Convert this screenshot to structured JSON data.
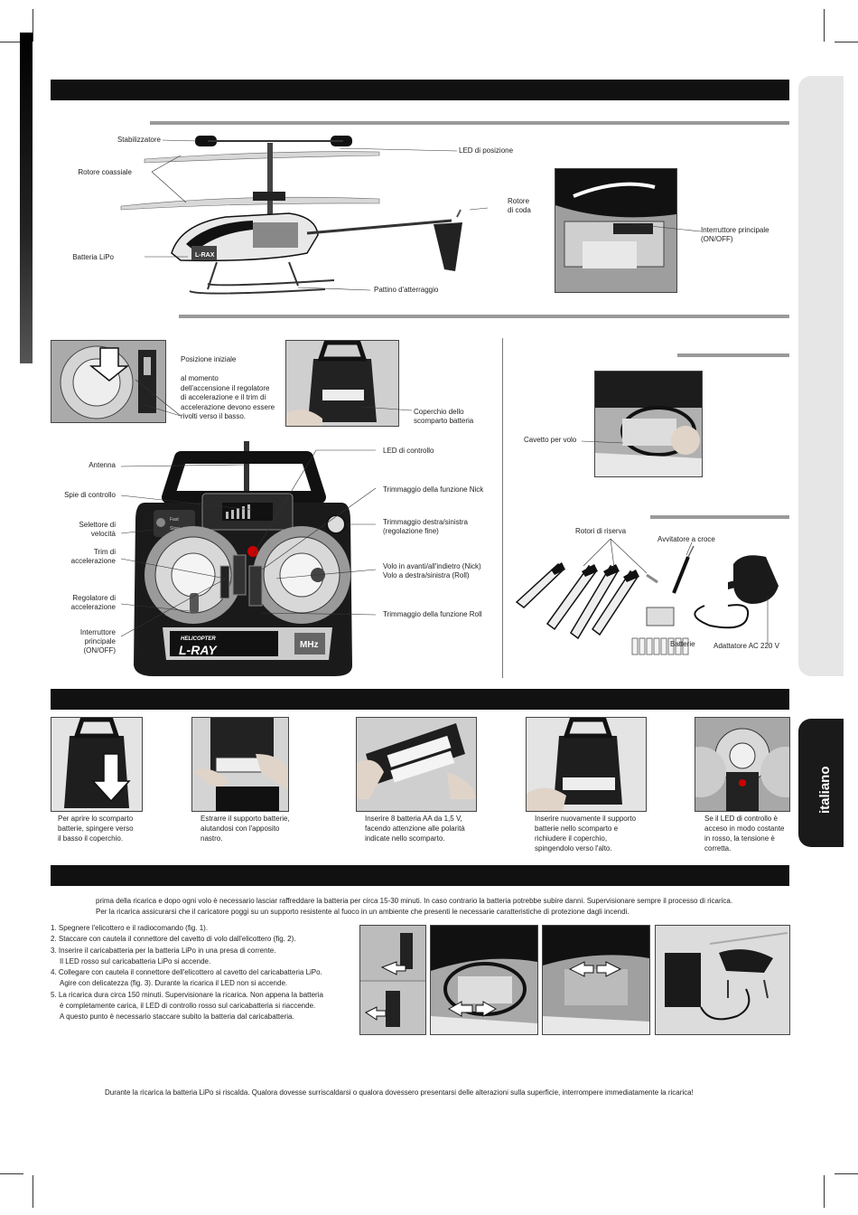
{
  "helicopter_parts": {
    "stabilizer": "Stabilizzatore",
    "coaxial_rotor": "Rotore coassiale",
    "lipo_battery": "Batteria LiPo",
    "position_led": "LED di posizione",
    "tail_rotor": "Rotore\ndi coda",
    "landing_skid": "Pattino d'atterraggio",
    "main_switch": "Interruttore principale\n(ON/OFF)"
  },
  "throttle_note": "Posizione iniziale\n\nal momento\ndell'accensione il regolatore\ndi accelerazione e il trim di\naccelerazione devono essere\nrivolti verso il basso.",
  "battery_cover": "Coperchio dello\nscomparto batteria",
  "flight_cable": "Cavetto per volo",
  "remote_labels": {
    "antenna": "Antenna",
    "indicator_lights": "Spie di controllo",
    "speed_selector": "Selettore di\nvelocità",
    "throttle_trim": "Trim di\naccelerazione",
    "throttle_regulator": "Regolatore di\naccelerazione",
    "main_switch": "Interruttore\nprincipale\n(ON/OFF)",
    "control_led": "LED di controllo",
    "nick_trim": "Trimmaggio della funzione Nick",
    "lr_trim": "Trimmaggio destra/sinistra\n(regolazione fine)",
    "stick_right": "Volo in avanti/all'indietro (Nick)\nVolo a destra/sinistra (Roll)",
    "roll_trim": "Trimmaggio della funzione Roll"
  },
  "remote_print": {
    "brand_small": "HELICOPTER",
    "brand_big": "L-RAY",
    "mhz": "MHz",
    "switch_fast": "Fast",
    "switch_slow": "Slow"
  },
  "accessories": {
    "spare_rotors": "Rotori di riserva",
    "screwdriver": "Avvitatore a croce",
    "batteries": "Batterie",
    "adapter": "Adattatore AC 220 V"
  },
  "battery_steps": [
    "Per aprire lo scomparto\nbatterie, spingere verso\nil basso il coperchio.",
    "Estrarre il supporto batterie,\naiutandosi con l'apposito\nnastro.",
    "Inserire 8 batteria AA da 1,5 V,\nfacendo attenzione alle polarità\nindicate nello scomparto.",
    "Inserire nuovamente il supporto\nbatterie nello scomparto e\nrichiudere il coperchio,\nspingendolo verso l'alto.",
    "Se il LED di controllo è\nacceso in modo costante\nin rosso,  la tensione è\ncorretta."
  ],
  "charge_intro_1": "prima della ricarica e dopo ogni volo è necessario lasciar raffreddare la batteria per circa 15-30 minuti. In caso contrario la batteria potrebbe subire danni. Supervisionare sempre il processo di ricarica.",
  "charge_intro_2": "Per la ricarica assicurarsi che il caricatore poggi su un supporto resistente al fuoco in un ambiente che presenti le necessarie caratteristiche di protezione dagli incendi.",
  "charge_steps": [
    "1. Spegnere l'elicottero e il radiocomando (fig. 1).",
    "2. Staccare con cautela il connettore del cavetto di volo dall'elicottero (fig. 2).",
    "3. Inserire il caricabatteria per la batteria LiPo in una presa di corrente.\nIl LED rosso sul caricabatteria LiPo si accende.",
    "4. Collegare con cautela il connettore dell'elicottero al cavetto del caricabatteria LiPo.\nAgire con delicatezza (fig. 3). Durante la ricarica il LED non si accende.",
    "5. La ricarica dura circa 150 minuti. Supervisionare la ricarica. Non appena la batteria\nè completamente carica, il LED di controllo rosso sul caricabatteria si riaccende.\nA questo punto è necessario staccare subito la batteria dal caricabatteria."
  ],
  "warning": "Durante la ricarica la batteria LiPo si riscalda. Qualora dovesse surriscaldarsi o qualora dovessero presentarsi delle alterazioni sulla superficie, interrompere immediatamente la ricarica!",
  "language_tab": "italiano",
  "heli_print": "L-RAX"
}
